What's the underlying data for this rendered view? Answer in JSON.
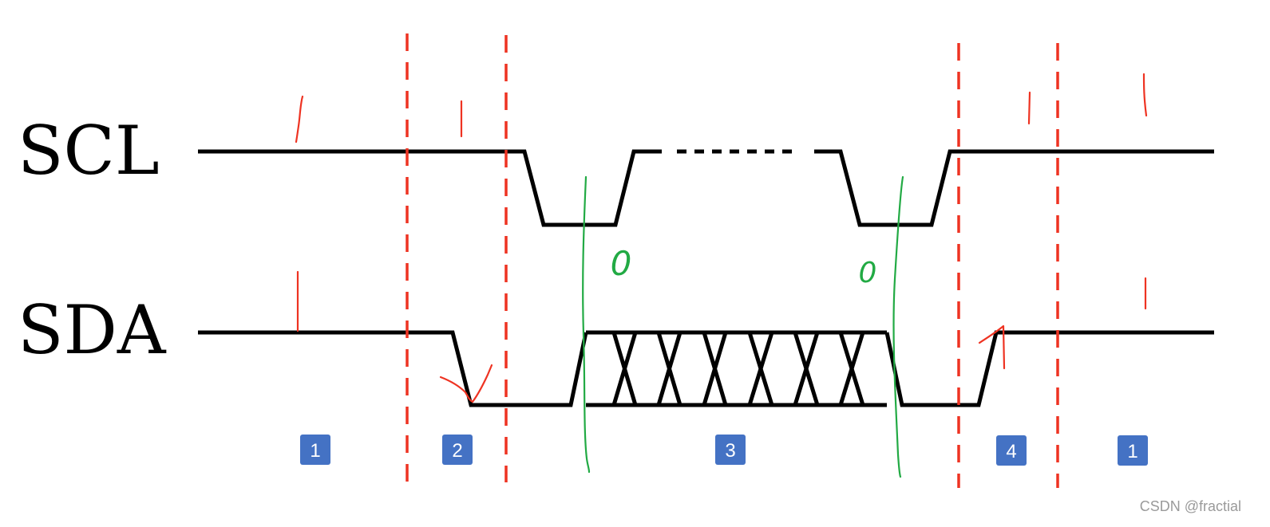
{
  "signals": {
    "scl_label": "SCL",
    "sda_label": "SDA"
  },
  "phases": [
    {
      "label": "1"
    },
    {
      "label": "2"
    },
    {
      "label": "3"
    },
    {
      "label": "4"
    },
    {
      "label": "1"
    }
  ],
  "annotations": {
    "data_bit_left": "0",
    "data_bit_right": "0"
  },
  "watermark": "CSDN @fractial",
  "colors": {
    "signal_line": "#000000",
    "phase_divider": "#ee3322",
    "pen_mark": "#ee3322",
    "bit_boundary": "#22aa44",
    "badge_fill": "#4472c4",
    "badge_text": "#ffffff",
    "watermark": "#9a9a9a"
  }
}
